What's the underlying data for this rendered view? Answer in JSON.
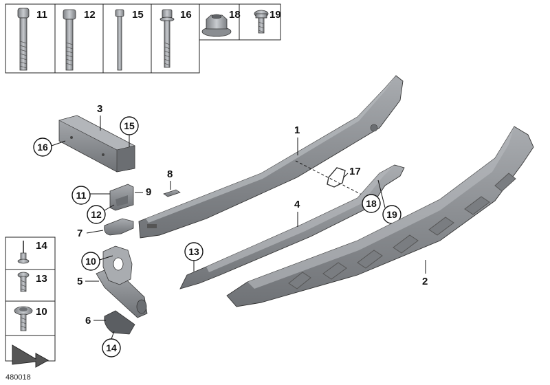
{
  "fasteners_top": [
    {
      "num": "11",
      "icon": "long-bolt-icon"
    },
    {
      "num": "12",
      "icon": "hex-bolt-icon"
    },
    {
      "num": "15",
      "icon": "thin-bolt-icon"
    },
    {
      "num": "16",
      "icon": "flange-bolt-icon"
    },
    {
      "num": "18",
      "icon": "flange-nut-icon"
    },
    {
      "num": "19",
      "icon": "short-screw-icon"
    }
  ],
  "fasteners_side": [
    {
      "num": "14",
      "icon": "rivet-icon"
    },
    {
      "num": "13",
      "icon": "self-tapping-screw-icon"
    },
    {
      "num": "10",
      "icon": "washer-screw-icon"
    }
  ],
  "labels": {
    "p1": "1",
    "p2": "2",
    "p3": "3",
    "p4": "4",
    "p5": "5",
    "p6": "6",
    "p7": "7",
    "p8": "8",
    "p9": "9",
    "p17": "17"
  },
  "circles": {
    "c15": "15",
    "c16": "16",
    "c11": "11",
    "c12": "12",
    "c10": "10",
    "c14": "14",
    "c13": "13",
    "c18": "18",
    "c19": "19"
  },
  "diagram_id": "480018",
  "colors": {
    "part_fill": "#8f9296",
    "part_dark": "#6b6e72",
    "part_light": "#b3b6ba",
    "line": "#111111"
  }
}
